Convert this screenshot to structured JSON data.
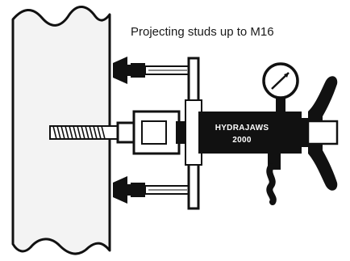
{
  "caption": "Projecting studs up to M16",
  "tool": {
    "brand_line1": "HYDRAJAWS",
    "brand_line2": "2000"
  },
  "colors": {
    "ink": "#111111",
    "paper": "#ffffff",
    "wall_fill": "#f3f3f3"
  }
}
